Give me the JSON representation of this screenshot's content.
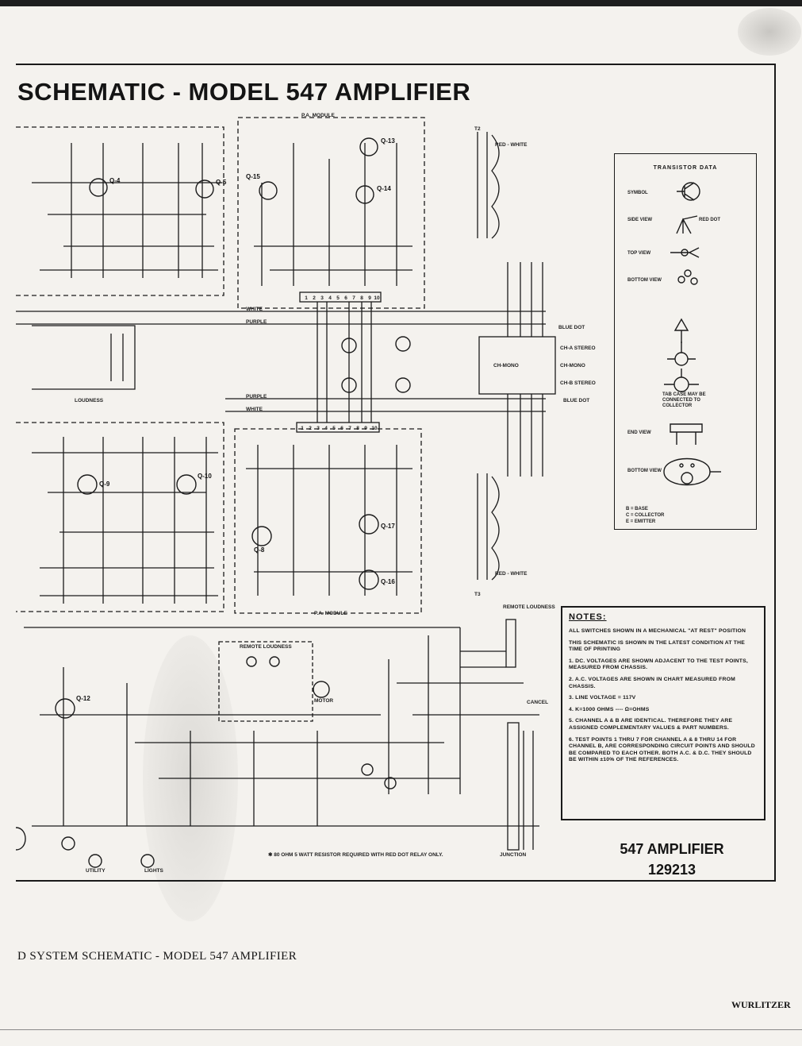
{
  "title": "SCHEMATIC - MODEL 547 AMPLIFIER",
  "module_labels": {
    "pa_module_top": "P.A. MODULE",
    "pa_module_bottom": "P.A. MODULE",
    "remote_loudness_box": "REMOTE LOUDNESS"
  },
  "wire_labels": {
    "white_top": "WHITE",
    "purple_top": "PURPLE",
    "purple_bottom": "PURPLE",
    "white_bottom": "WHITE",
    "blue_dot_top": "BLUE DOT",
    "blue_dot_bottom": "BLUE DOT"
  },
  "transformer_labels": {
    "t2": "T2",
    "t3": "T3",
    "red_white_top": "RED - WHITE",
    "red_white_bottom": "RED - WHITE"
  },
  "selector_labels": {
    "ch_a_stereo": "CH-A STEREO",
    "ch_mono": "CH-MONO",
    "ch_b_stereo": "CH-B STEREO",
    "ch_mono_inner": "CH-MONO"
  },
  "misc_labels": {
    "loudness": "LOUDNESS",
    "remote_loudness": "REMOTE LOUDNESS",
    "cancel": "CANCEL",
    "motor": "MOTOR",
    "utility": "UTILITY",
    "lights": "LIGHTS",
    "junction": "JUNCTION",
    "resistor_note": "✱ 80 OHM 5 WATT RESISTOR REQUIRED WITH RED DOT RELAY ONLY."
  },
  "transistor_refs": [
    "Q-13",
    "Q-14",
    "Q-15",
    "Q-4",
    "Q-5",
    "Q-9",
    "Q-10",
    "Q-16",
    "Q-17",
    "Q-8",
    "Q-12"
  ],
  "transistor_data": {
    "heading": "TRANSISTOR DATA",
    "symbol": "SYMBOL",
    "side_view": "SIDE VIEW",
    "red_dot": "RED DOT",
    "top_view": "TOP VIEW",
    "bottom_view": "BOTTOM VIEW",
    "tab_note": "TAB CASE MAY BE CONNECTED TO COLLECTOR",
    "end_view": "END VIEW",
    "bottom_view_2": "BOTTOM VIEW",
    "legend": [
      "B = BASE",
      "C = COLLECTOR",
      "E = EMITTER"
    ]
  },
  "notes": {
    "heading": "NOTES:",
    "items": [
      "ALL SWITCHES SHOWN IN A MECHANICAL \"AT REST\" POSITION",
      "THIS SCHEMATIC IS SHOWN IN THE LATEST CONDITION AT THE TIME OF PRINTING",
      "1. DC. VOLTAGES ARE SHOWN ADJACENT TO THE TEST POINTS, MEASURED FROM CHASSIS.",
      "2. A.C. VOLTAGES ARE SHOWN IN CHART MEASURED FROM CHASSIS.",
      "3. LINE VOLTAGE = 117V",
      "4. K=1000 OHMS ---- Ω=OHMS",
      "5. CHANNEL A & B ARE IDENTICAL. THEREFORE THEY ARE ASSIGNED COMPLEMENTARY VALUES & PART NUMBERS.",
      "6. TEST POINTS 1 THRU 7 FOR CHANNEL A & 8 THRU 14 FOR CHANNEL B, ARE CORRESPONDING CIRCUIT POINTS AND SHOULD BE COMPARED TO EACH OTHER. BOTH A.C. & D.C. THEY SHOULD BE WITHIN ±10% OF THE REFERENCES."
    ]
  },
  "model": {
    "name": "547 AMPLIFIER",
    "number": "129213"
  },
  "caption": "D SYSTEM SCHEMATIC - MODEL 547 AMPLIFIER",
  "brand": "WURLITZER"
}
